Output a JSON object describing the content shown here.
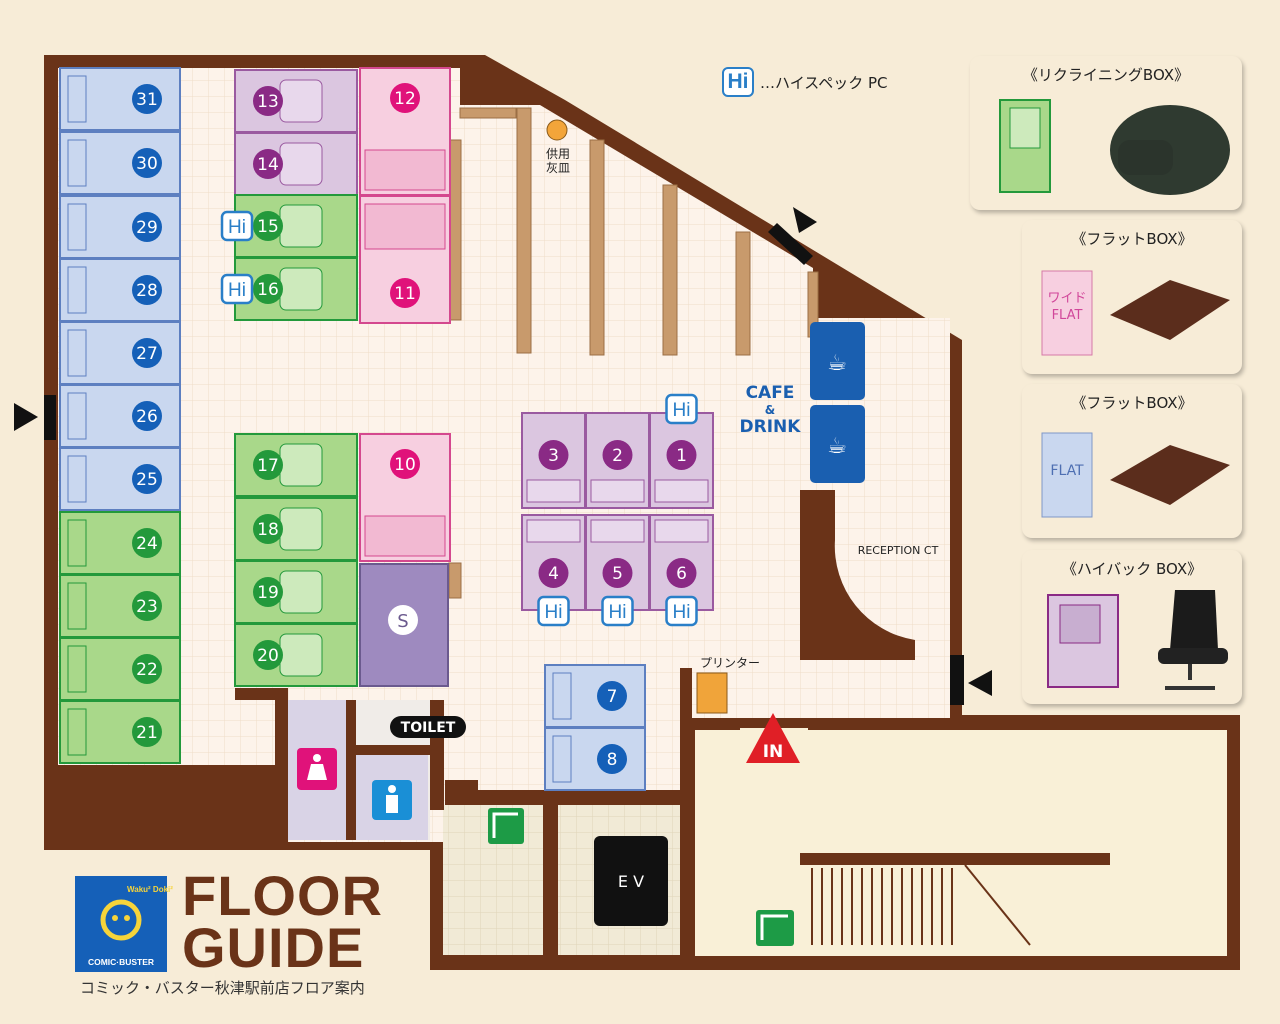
{
  "legend": {
    "hi_badge": "Hi",
    "hi_text": "…ハイスペック PC"
  },
  "title": {
    "line1": "FLOOR",
    "line2": "GUIDE",
    "subtitle": "コミック・バスター秋津駅前店フロア案内"
  },
  "logo": {
    "brand": "COMIC·BUSTER",
    "mascot_text": "Waku² Doki²"
  },
  "cards": [
    {
      "title": "《リクライニングBOX》"
    },
    {
      "title": "《フラットBOX》",
      "sample": [
        "ワイド",
        "FLAT"
      ]
    },
    {
      "title": "《フラットBOX》",
      "sample": [
        "FLAT"
      ]
    },
    {
      "title": "《ハイバック BOX》"
    }
  ],
  "labels": {
    "cafe": [
      "CAFE",
      "&",
      "DRINK"
    ],
    "reception": "RECEPTION  CT",
    "toilet": "TOILET",
    "printer": "プリンター",
    "ashtray": [
      "供用",
      "灰皿"
    ],
    "ev": "E V",
    "in": "IN",
    "hi": "Hi",
    "shower": "S"
  },
  "seats": [
    {
      "num": "31",
      "type": "flat"
    },
    {
      "num": "30",
      "type": "flat"
    },
    {
      "num": "29",
      "type": "flat"
    },
    {
      "num": "28",
      "type": "flat"
    },
    {
      "num": "27",
      "type": "flat"
    },
    {
      "num": "26",
      "type": "flat"
    },
    {
      "num": "25",
      "type": "flat"
    },
    {
      "num": "24",
      "type": "recliner"
    },
    {
      "num": "23",
      "type": "recliner"
    },
    {
      "num": "22",
      "type": "recliner"
    },
    {
      "num": "21",
      "type": "recliner"
    },
    {
      "num": "13",
      "type": "highback"
    },
    {
      "num": "14",
      "type": "highback"
    },
    {
      "num": "15",
      "type": "recliner",
      "hi": true
    },
    {
      "num": "16",
      "type": "recliner",
      "hi": true
    },
    {
      "num": "12",
      "type": "wideflat"
    },
    {
      "num": "11",
      "type": "wideflat"
    },
    {
      "num": "10",
      "type": "wideflat"
    },
    {
      "num": "17",
      "type": "recliner"
    },
    {
      "num": "18",
      "type": "recliner"
    },
    {
      "num": "19",
      "type": "recliner"
    },
    {
      "num": "20",
      "type": "recliner"
    },
    {
      "num": "3",
      "type": "highback"
    },
    {
      "num": "2",
      "type": "highback"
    },
    {
      "num": "1",
      "type": "highback",
      "hi": true
    },
    {
      "num": "4",
      "type": "highback",
      "hi": true
    },
    {
      "num": "5",
      "type": "highback",
      "hi": true
    },
    {
      "num": "6",
      "type": "highback",
      "hi": true
    },
    {
      "num": "7",
      "type": "flat"
    },
    {
      "num": "8",
      "type": "flat"
    }
  ],
  "colors": {
    "wall": "#6a3318",
    "floor": "#fdf3ea",
    "grid": "#f0dcc8",
    "flat": "#c9d7ef",
    "flat_circle": "#1560b8",
    "recliner": "#a9d88a",
    "recliner_circle": "#23993b",
    "highback": "#dbc6e0",
    "highback_circle": "#8a2a85",
    "wideflat": "#f7cfe0",
    "wideflat_circle": "#e0127a",
    "shower": "#9e8abf",
    "shelf": "#c89a6c",
    "cafe": "#1a5fb0"
  }
}
